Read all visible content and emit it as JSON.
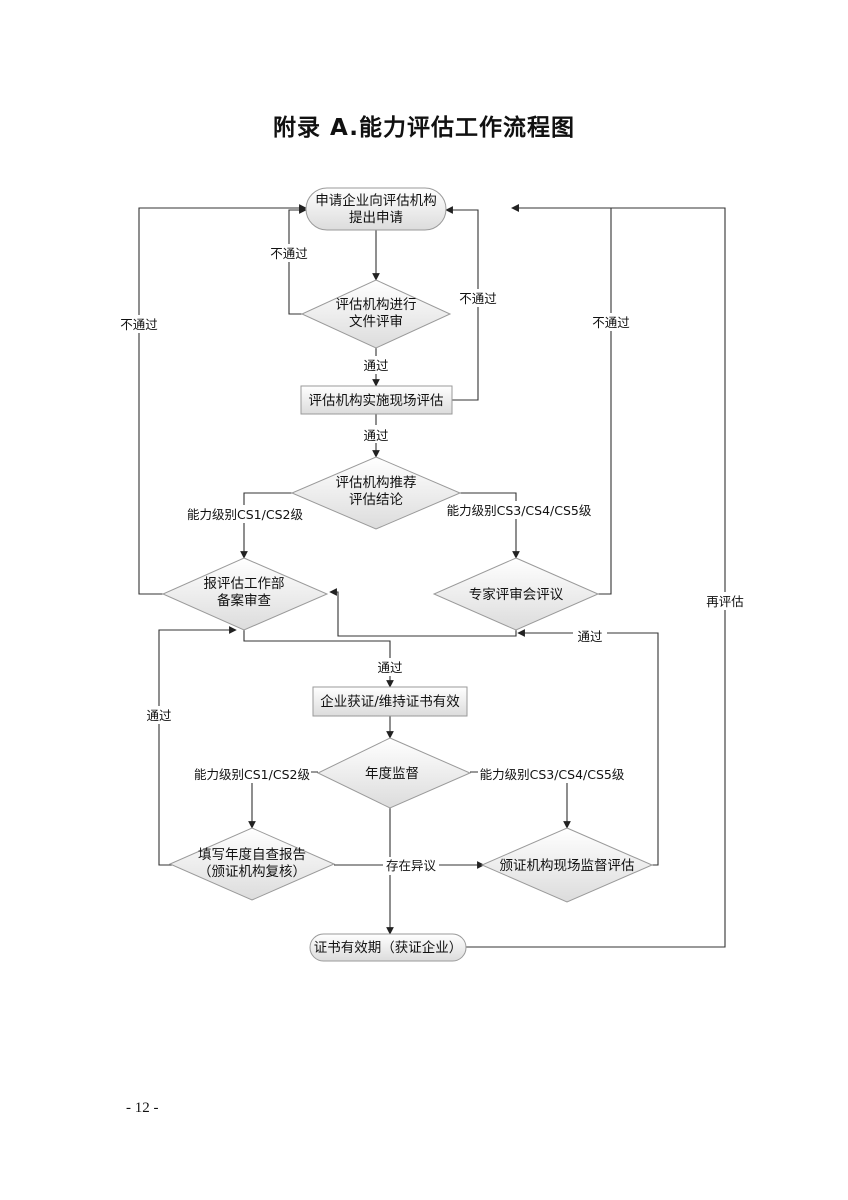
{
  "title": "附录 A.能力评估工作流程图",
  "page_number": "- 12 -",
  "nodes": {
    "apply": [
      "申请企业向评估机构",
      "提出申请"
    ],
    "doc_review": [
      "评估机构进行",
      "文件评审"
    ],
    "onsite": [
      "评估机构实施现场评估"
    ],
    "recommend": [
      "评估机构推荐",
      "评估结论"
    ],
    "report": [
      "报评估工作部",
      "备案审查"
    ],
    "expert": [
      "专家评审会评议"
    ],
    "certify": [
      "企业获证/维持证书有效"
    ],
    "annual": [
      "年度监督"
    ],
    "self_check": [
      "填写年度自查报告",
      "（颁证机构复核）"
    ],
    "site_supervise": [
      "颁证机构现场监督评估"
    ],
    "valid": [
      "证书有效期（获证企业）"
    ]
  },
  "edge_labels": {
    "fail_a": "不通过",
    "fail_b": "不通过",
    "fail_c": "不通过",
    "fail_d": "不通过",
    "pass_a": "通过",
    "pass_b": "通过",
    "pass_c": "通过",
    "pass_d": "通过",
    "pass_e": "通过",
    "level_low_a": "能力级别CS1/CS2级",
    "level_high_a": "能力级别CS3/CS4/CS5级",
    "level_low_b": "能力级别CS1/CS2级",
    "level_high_b": "能力级别CS3/CS4/CS5级",
    "objection": "存在异议",
    "reassess": "再评估"
  }
}
